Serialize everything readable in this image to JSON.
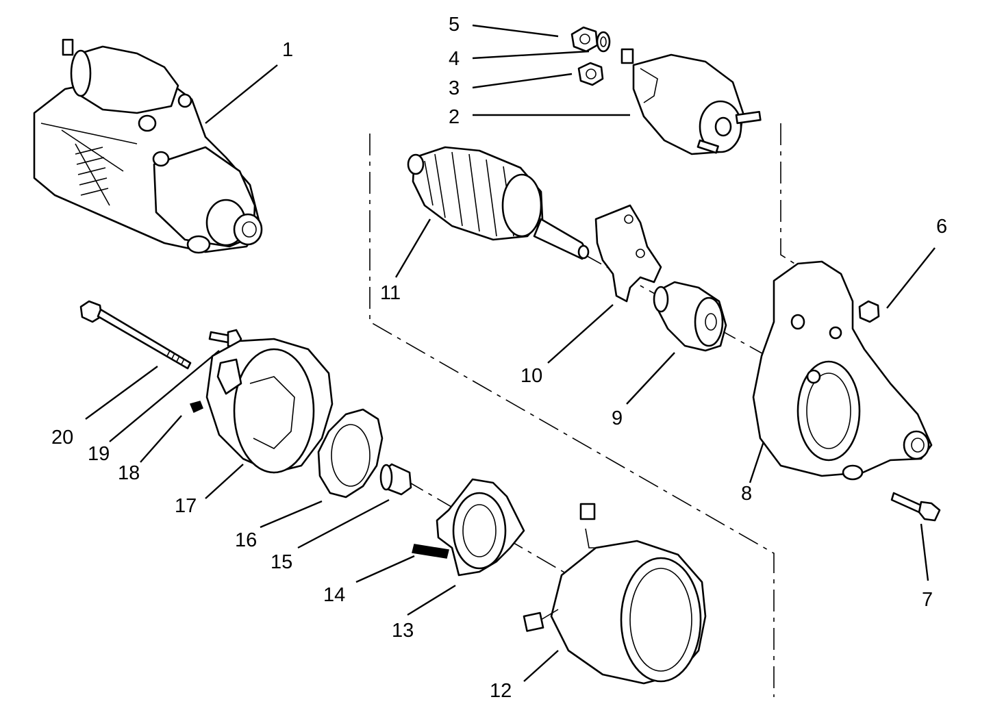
{
  "callouts": [
    {
      "id": 1,
      "label": "1"
    },
    {
      "id": 2,
      "label": "2"
    },
    {
      "id": 3,
      "label": "3"
    },
    {
      "id": 4,
      "label": "4"
    },
    {
      "id": 5,
      "label": "5"
    },
    {
      "id": 6,
      "label": "6"
    },
    {
      "id": 7,
      "label": "7"
    },
    {
      "id": 8,
      "label": "8"
    },
    {
      "id": 9,
      "label": "9"
    },
    {
      "id": 10,
      "label": "10"
    },
    {
      "id": 11,
      "label": "11"
    },
    {
      "id": 12,
      "label": "12"
    },
    {
      "id": 13,
      "label": "13"
    },
    {
      "id": 14,
      "label": "14"
    },
    {
      "id": 15,
      "label": "15"
    },
    {
      "id": 16,
      "label": "16"
    },
    {
      "id": 17,
      "label": "17"
    },
    {
      "id": 18,
      "label": "18"
    },
    {
      "id": 19,
      "label": "19"
    },
    {
      "id": 20,
      "label": "20"
    }
  ]
}
